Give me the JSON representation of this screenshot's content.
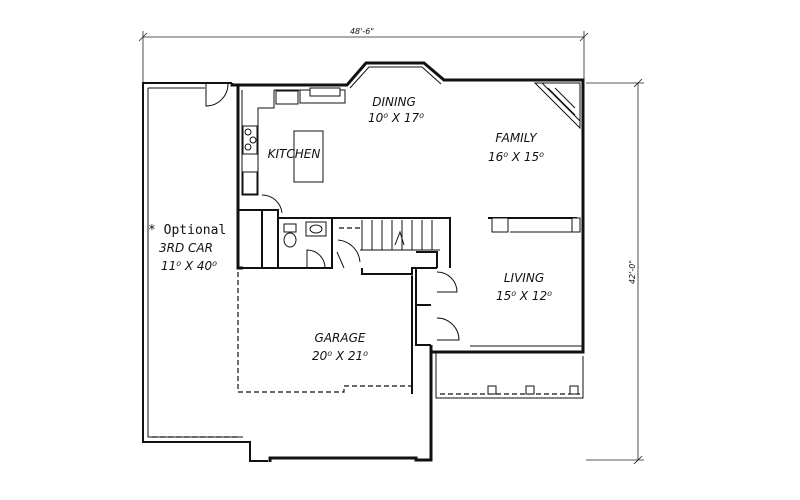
{
  "dimensions": {
    "width": "48'-6\"",
    "depth": "42'-0\""
  },
  "note": "* Optional",
  "rooms": {
    "dining": {
      "name": "DINING",
      "size": "10⁰ X 17⁰"
    },
    "family": {
      "name": "FAMILY",
      "size": "16⁰ X 15⁰"
    },
    "kitchen": {
      "name": "KITCHEN"
    },
    "third_car": {
      "name": "3RD CAR",
      "size": "11⁰ X 40⁰"
    },
    "living": {
      "name": "LIVING",
      "size": "15⁰ X 12⁰"
    },
    "garage": {
      "name": "GARAGE",
      "size": "20⁰ X 21⁰"
    }
  }
}
